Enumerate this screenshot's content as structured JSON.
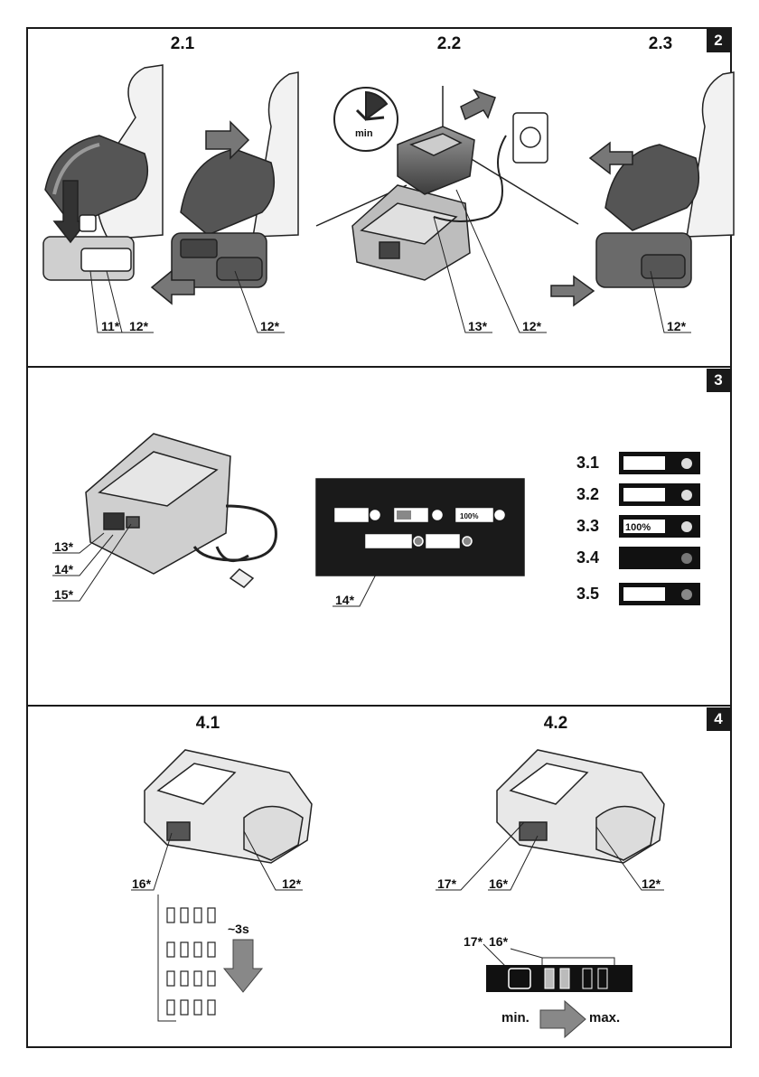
{
  "sections": {
    "s2": {
      "number": "2",
      "figs": [
        "2.1",
        "2.2",
        "2.3"
      ]
    },
    "s3": {
      "number": "3",
      "rows": [
        {
          "label": "3.1"
        },
        {
          "label": "3.2"
        },
        {
          "label": "3.3"
        },
        {
          "label": "3.4"
        },
        {
          "label": "3.5"
        }
      ],
      "panel_text": "100%",
      "row_text_3_3": "100%"
    },
    "s4": {
      "number": "4",
      "figs": [
        "4.1",
        "4.2"
      ],
      "duration": "~3s",
      "min": "min.",
      "max": "max."
    }
  },
  "timer": {
    "unit": "min"
  },
  "callouts": {
    "c11": "11*",
    "c12a": "12*",
    "c12b": "12*",
    "c13a": "13*",
    "c12c": "12*",
    "c12d": "12*",
    "c13b": "13*",
    "c14a": "14*",
    "c15": "15*",
    "c14b": "14*",
    "c16a": "16*",
    "c12e": "12*",
    "c17a": "17*",
    "c16b": "16*",
    "c12f": "12*",
    "c17b": "17*",
    "c16c": "16*"
  }
}
